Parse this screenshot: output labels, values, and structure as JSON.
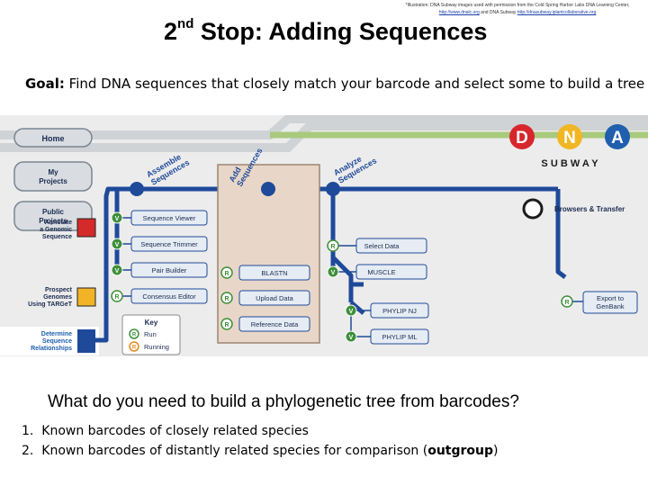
{
  "credit": {
    "line1": "*Illustration: DNA Subway images used with permission from the Cold Spring Harbor Labs DNA Learning Center,",
    "link1": "http://www.dnalc.org",
    "line2_mid": " and DNA Subway ",
    "link2": "http://dnasubway.iplantcollaborative.org"
  },
  "title": {
    "main": "Stop: Adding Sequences",
    "num": "2",
    "sup": "nd"
  },
  "goal": {
    "label": "Goal:",
    "text": " Find DNA sequences that closely match your barcode and select some to build a tree"
  },
  "subway": {
    "nav": {
      "home": "Home",
      "my_projects": [
        "My",
        "Projects"
      ],
      "public_projects": [
        "Public",
        "Projects"
      ],
      "annotate": [
        "Annotate",
        "a Genomic",
        "Sequence"
      ],
      "prospect": [
        "Prospect",
        "Genomes",
        "Using TARGeT"
      ],
      "determine": [
        "Determine",
        "Sequence",
        "Relationships"
      ]
    },
    "logo": {
      "letters": [
        "D",
        "N",
        "A"
      ],
      "word": "S U B W A Y",
      "colors": [
        "#d7262c",
        "#f1b623",
        "#1f5fad"
      ]
    },
    "stations": {
      "assemble": [
        "Assemble",
        "Sequences"
      ],
      "add": [
        "Add",
        "Sequences"
      ],
      "analyze": [
        "Analyze",
        "Sequences"
      ]
    },
    "col1": [
      "Sequence Viewer",
      "Sequence Trimmer",
      "Pair Builder",
      "Consensus Editor"
    ],
    "col2": [
      "BLASTN",
      "Upload Data",
      "Reference Data"
    ],
    "col3": [
      "Select Data",
      "MUSCLE"
    ],
    "col4": [
      "PHYLIP NJ",
      "PHYLIP ML"
    ],
    "browsers": "Browsers & Transfer",
    "export": [
      "Export to",
      "GenBank"
    ],
    "key": {
      "title": "Key",
      "run": "Run",
      "running": "Running"
    },
    "badges": {
      "v": "V",
      "r": "R"
    }
  },
  "question": "What do you need to build a phylogenetic tree from barcodes?",
  "answers": [
    {
      "num": "1.",
      "text": "Known barcodes of closely related species",
      "bold": "",
      "tail": ""
    },
    {
      "num": "2.",
      "text": "Known barcodes of distantly related species for comparison (",
      "bold": "outgroup",
      "tail": ")"
    }
  ]
}
